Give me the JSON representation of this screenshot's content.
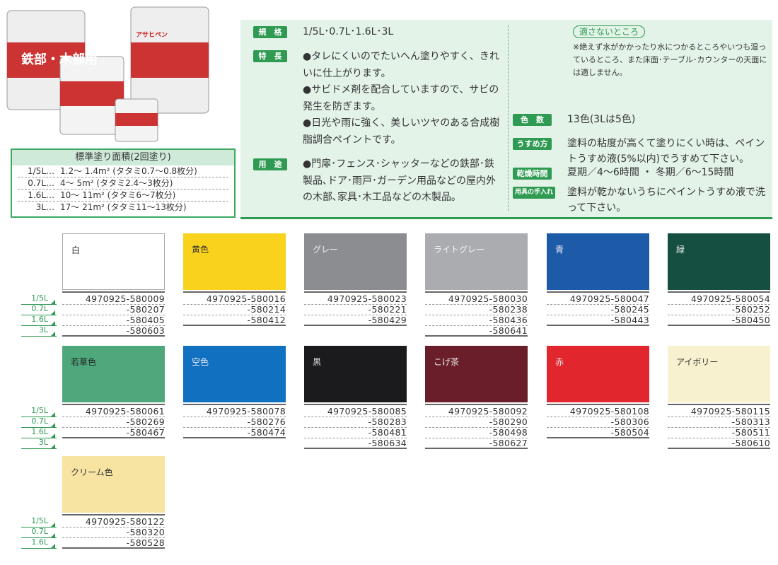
{
  "product_image": {
    "brand": "アサヒペン",
    "name": "鉄部・木部用"
  },
  "coverage": {
    "title": "標準塗り面積(2回塗り)",
    "rows": [
      {
        "size": "1/5L…",
        "value": "1.2～ 1.4m² (タタミ0.7～0.8枚分)"
      },
      {
        "size": "0.7L…",
        "value": "4～ 5m² (タタミ2.4～3枚分)"
      },
      {
        "size": "1.6L…",
        "value": "10～ 11m² (タタミ6～7枚分)"
      },
      {
        "size": "3L…",
        "value": "17～ 21m² (タタミ11～13枚分)"
      }
    ]
  },
  "specs": {
    "kikaku_label": "規　格",
    "kikaku": "1/5L･0.7L･1.6L･3L",
    "features_label": "特　長",
    "features": [
      "●タレにくいのでたいへん塗りやすく、きれいに仕上がります。",
      "●サビドメ剤を配合していますので、サビの発生を防ぎます。",
      "●日光や雨に強く、美しいツヤのある合成樹脂調合ペイントです。"
    ],
    "use_label": "用　途",
    "use": "●門扉･フェンス･シャッターなどの鉄部･鉄製品､ドア･雨戸･ガーデン用品などの屋内外の木部､家具･木工品などの木製品｡",
    "unsuitable_label": "適さないところ",
    "unsuitable": "※絶えず水がかかったり水につかるところやいつも湿っているところ、また床面･テーブル･カウンターの天面には適しません。",
    "colors_label": "色　数",
    "colors": "13色(3Lは5色)",
    "thin_label": "うすめ方",
    "thin": "塗料の粘度が高くて塗りにくい時は、ペイントうすめ液(5%以内)でうすめて下さい。",
    "dry_label": "乾燥時間",
    "dry": "夏期／4～6時間 ・ 冬期／6～15時間",
    "care_label": "用具の手入れ",
    "care": "塗料が乾かないうちにペイントうすめ液で洗って下さい。"
  },
  "sizes": [
    "1/5L",
    "0.7L",
    "1.6L",
    "3L"
  ],
  "swatches": [
    {
      "name": "白",
      "color": "#ffffff",
      "text": "#333",
      "codes": [
        "4970925-580009",
        "-580207",
        "-580405",
        "-580603"
      ]
    },
    {
      "name": "黄色",
      "color": "#f8d21c",
      "text": "#333",
      "codes": [
        "4970925-580016",
        "-580214",
        "-580412"
      ]
    },
    {
      "name": "グレー",
      "color": "#8b8d90",
      "text": "#eee",
      "codes": [
        "4970925-580023",
        "-580221",
        "-580429"
      ]
    },
    {
      "name": "ライトグレー",
      "color": "#aaacaf",
      "text": "#f4f4f4",
      "codes": [
        "4970925-580030",
        "-580238",
        "-580436",
        "-580641"
      ]
    },
    {
      "name": "青",
      "color": "#1d5aa8",
      "text": "#eee",
      "codes": [
        "4970925-580047",
        "-580245",
        "-580443"
      ]
    },
    {
      "name": "緑",
      "color": "#154f42",
      "text": "#eee",
      "codes": [
        "4970925-580054",
        "-580252",
        "-580450"
      ]
    },
    {
      "name": "若草色",
      "color": "#4ea87c",
      "text": "#222",
      "codes": [
        "4970925-580061",
        "-580269",
        "-580467"
      ]
    },
    {
      "name": "空色",
      "color": "#1170c0",
      "text": "#eee",
      "codes": [
        "4970925-580078",
        "-580276",
        "-580474"
      ]
    },
    {
      "name": "黒",
      "color": "#1b1b1d",
      "text": "#ddd",
      "codes": [
        "4970925-580085",
        "-580283",
        "-580481",
        "-580634"
      ]
    },
    {
      "name": "こげ茶",
      "color": "#6a1e2a",
      "text": "#eee",
      "codes": [
        "4970925-580092",
        "-580290",
        "-580498",
        "-580627"
      ]
    },
    {
      "name": "赤",
      "color": "#e1262e",
      "text": "#eee",
      "codes": [
        "4970925-580108",
        "-580306",
        "-580504"
      ]
    },
    {
      "name": "アイボリー",
      "color": "#f8f1cf",
      "text": "#333",
      "codes": [
        "4970925-580115",
        "-580313",
        "-580511",
        "-580610"
      ]
    },
    {
      "name": "クリーム色",
      "color": "#f7e3a2",
      "text": "#333",
      "codes": [
        "4970925-580122",
        "-580320",
        "-580528"
      ]
    }
  ]
}
